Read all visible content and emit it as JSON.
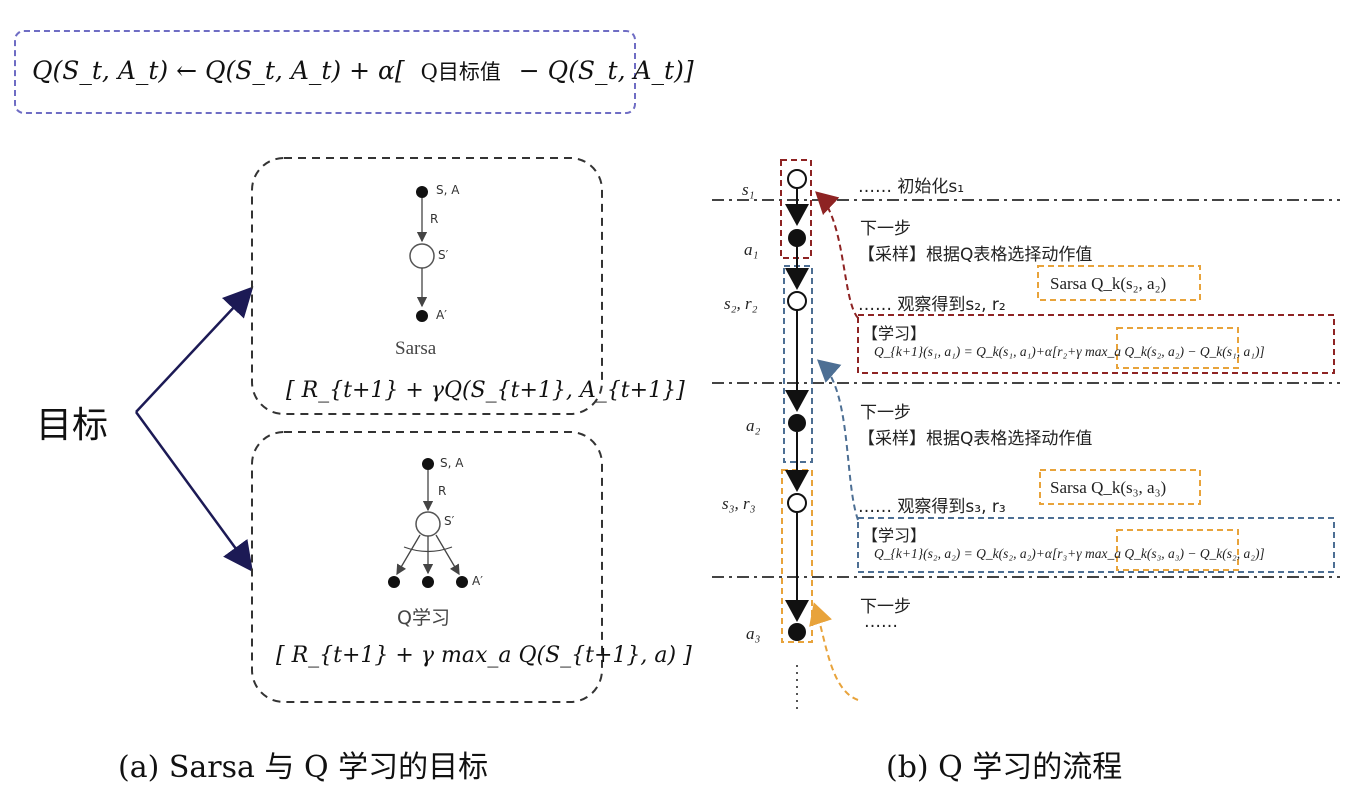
{
  "top_formula": {
    "left": "Q(S_t, A_t) ← Q(S_t, A_t) + α[",
    "target": "Q目标值",
    "right": "− Q(S_t, A_t)]"
  },
  "panel_a": {
    "goal_label": "目标",
    "sarsa": {
      "node_top": "S, A",
      "edge": "R",
      "node_mid": "S′",
      "node_bottom": "A′",
      "name": "Sarsa",
      "target": "[ R_{t+1} + γQ(S_{t+1}, A_{t+1}]"
    },
    "qlearning": {
      "node_top": "S, A",
      "edge": "R",
      "node_mid": "S′",
      "node_bottom": "A′",
      "name": "Q学习",
      "target": "[ R_{t+1} + γ max_a Q(S_{t+1}, a) ]"
    },
    "caption": "(a) Sarsa 与 Q 学习的目标"
  },
  "panel_b": {
    "states": [
      "s₁",
      "a₁",
      "s₂, r₂",
      "a₂",
      "s₃, r₃",
      "a₃"
    ],
    "init": "…… 初始化s₁",
    "next_step_1": "下一步",
    "sample_1": "【采样】根据Q表格选择动作值",
    "observe_1": "…… 观察得到s₂, r₂",
    "sarsa_1": "Sarsa  Q_k(s₂, a₂)",
    "learn_1_tag": "【学习】",
    "learn_1_formula": "Q_{k+1}(s₁, a₁) = Q_k(s₁, a₁)+α[r₂+γ max_a Q_k(s₂, a₂) − Q_k(s₁, a₁)]",
    "next_step_2": "下一步",
    "sample_2": "【采样】根据Q表格选择动作值",
    "observe_2": "…… 观察得到s₃, r₃",
    "sarsa_2": "Sarsa Q_k(s₃, a₃)",
    "learn_2_tag": "【学习】",
    "learn_2_formula": "Q_{k+1}(s₂, a₂) = Q_k(s₂, a₂)+α[r₃+γ max_a Q_k(s₃, a₃) − Q_k(s₂, a₂)]",
    "next_step_3": "下一步",
    "ellipsis": "……",
    "caption": "(b) Q 学习的流程"
  },
  "colors": {
    "purple": "#6f6dc4",
    "dark_red": "#8e2323",
    "blue": "#4d6f94",
    "orange": "#e8a33b",
    "navy": "#1c1a55"
  }
}
